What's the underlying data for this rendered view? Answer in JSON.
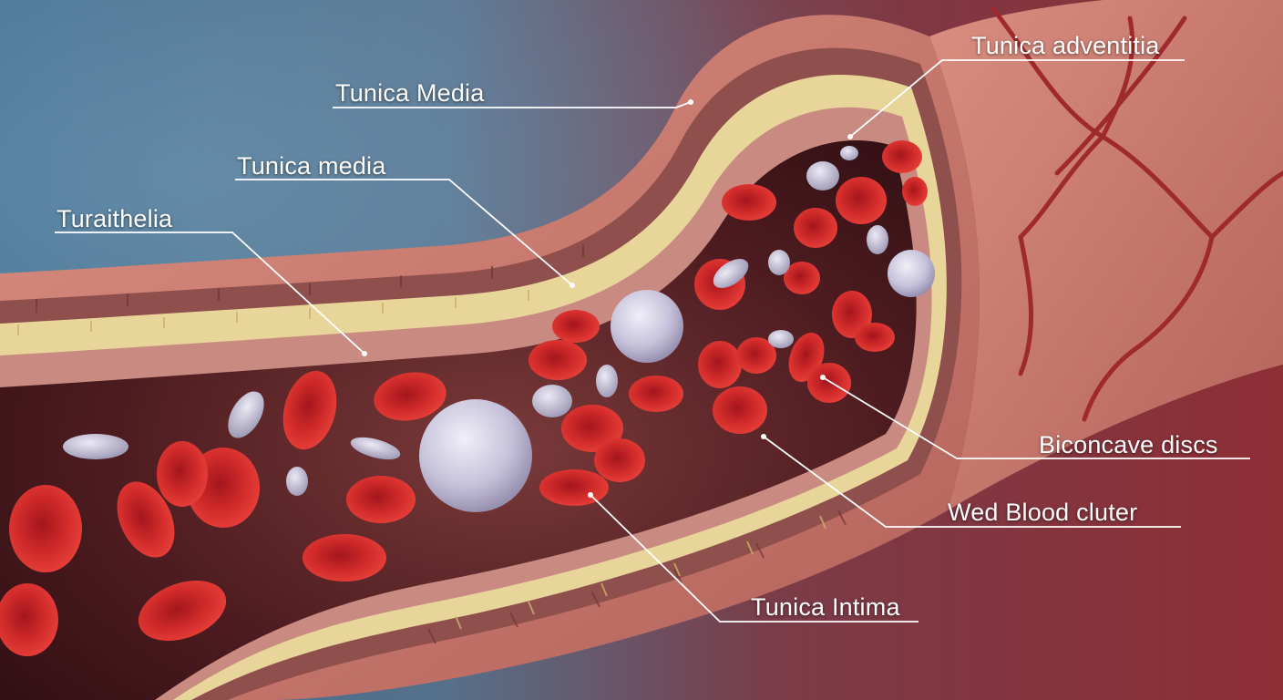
{
  "labels": {
    "tunica_media_upper": "Tunica Media",
    "tunica_media": "Tunica media",
    "turaithelia": "Turaithelia",
    "tunica_adventitia": "Tunica adventitia",
    "biconcave_discs": "Biconcave discs",
    "wed_blood_cluter": "Wed Blood cluter",
    "tunica_intima": "Tunica Intima"
  },
  "colors": {
    "background_blue": "#4d7590",
    "background_red": "#8a2f36",
    "vessel_outer": "#c97a6e",
    "muscle_layer": "#8f4f4c",
    "fat_layer": "#e8d59a",
    "lumen": "#5a2225",
    "red_blood_cell": "#d42a2a",
    "white_blood_cell": "#c9c6dc",
    "annotation_line": "#ffffff"
  }
}
